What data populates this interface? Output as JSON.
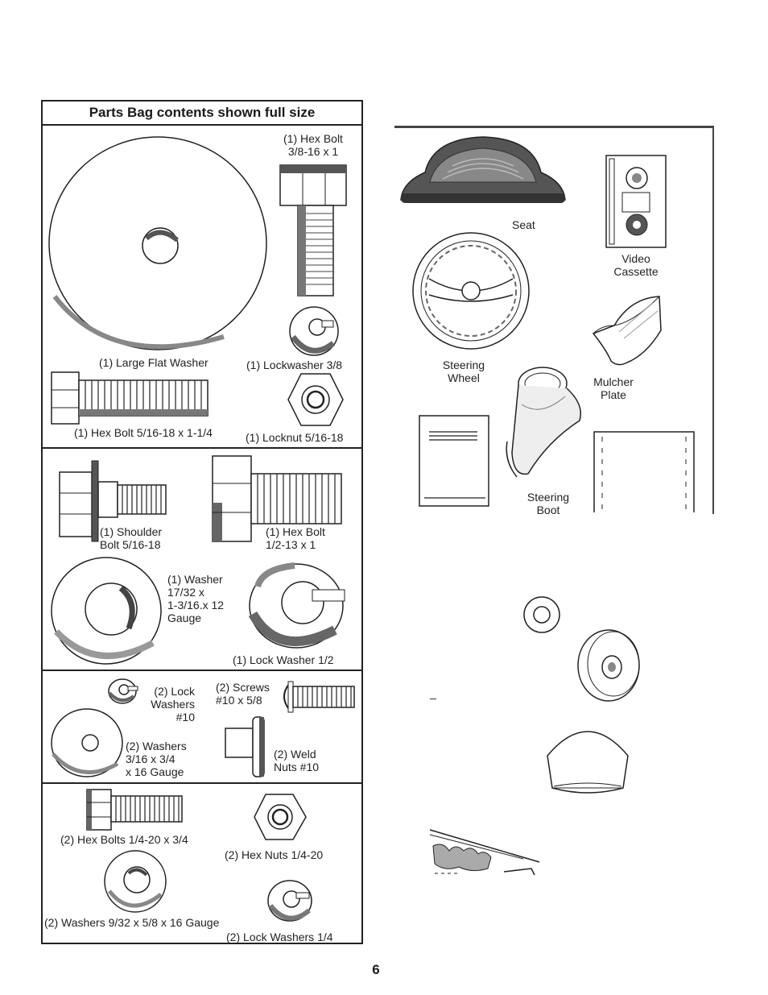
{
  "header": {
    "title": "Parts Bag contents shown full size"
  },
  "parts_bag": {
    "hex_bolt_38": "(1) Hex Bolt\n3/8-16 x 1",
    "large_flat_washer": "(1) Large Flat Washer",
    "lockwasher_38": "(1) Lockwasher  3/8",
    "hex_bolt_516": "(1) Hex Bolt  5/16-18 x 1-1/4",
    "locknut_516": "(1) Locknut  5/16-18",
    "shoulder_bolt": "(1) Shoulder\nBolt  5/16-18",
    "hex_bolt_12": "(1) Hex Bolt\n1/2-13 x 1",
    "washer_1732": "(1) Washer\n17/32 x\n1-3/16.x 12\nGauge",
    "lock_washer_12": "(1) Lock Washer  1/2",
    "lock_washers_10": "(2) Lock\nWashers\n#10",
    "screws_10": "(2) Screws\n#10 x 5/8",
    "washers_316": "(2) Washers\n3/16 x 3/4\nx 16 Gauge",
    "weld_nuts": "(2) Weld\nNuts  #10",
    "hex_bolts_14": "(2) Hex Bolts  1/4-20 x 3/4",
    "hex_nuts_14": "(2) Hex Nuts  1/4-20",
    "washers_932": "(2) Washers  9/32  x 5/8 x 16 Gauge",
    "lock_washers_14": "(2) Lock Washers  1/4"
  },
  "loose_parts": {
    "seat": "Seat",
    "video_cassette": "Video\nCassette",
    "steering_wheel": "Steering\nWheel",
    "mulcher_plate": "Mulcher\nPlate",
    "steering_boot": "Steering\nBoot"
  },
  "stray_mark": "_",
  "page_number": "6",
  "icons": [
    "washer-icon",
    "bolt-icon",
    "nut-icon",
    "lockwasher-icon",
    "seat-icon",
    "steering-wheel-icon",
    "cassette-icon",
    "mulcher-plate-icon",
    "boot-icon",
    "manual-icon",
    "bag-icon",
    "wheel-icon",
    "cap-icon",
    "debris-icon"
  ]
}
